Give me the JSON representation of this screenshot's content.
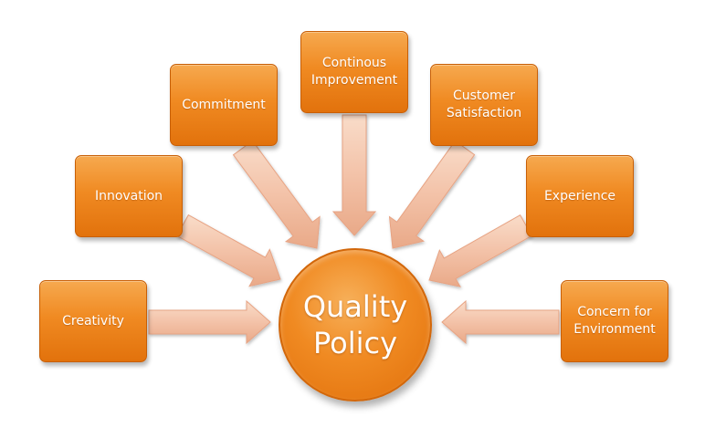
{
  "center": {
    "line1": "Quality",
    "line2": "Policy"
  },
  "nodes": {
    "creativity": {
      "line1": "Creativity"
    },
    "innovation": {
      "line1": "Innovation"
    },
    "commitment": {
      "line1": "Commitment"
    },
    "continous_improvement": {
      "line1": "Continous",
      "line2": "Improvement"
    },
    "customer_satisfaction": {
      "line1": "Customer",
      "line2": "Satisfaction"
    },
    "experience": {
      "line1": "Experience"
    },
    "concern_for_environment": {
      "line1": "Concern for",
      "line2": "Environment"
    }
  },
  "colors": {
    "box_fill": "#f08a22",
    "box_border": "#c85f06",
    "arrow_fill": "#f3c2a8",
    "arrow_stroke": "#e7a383",
    "text": "#ffffff"
  }
}
